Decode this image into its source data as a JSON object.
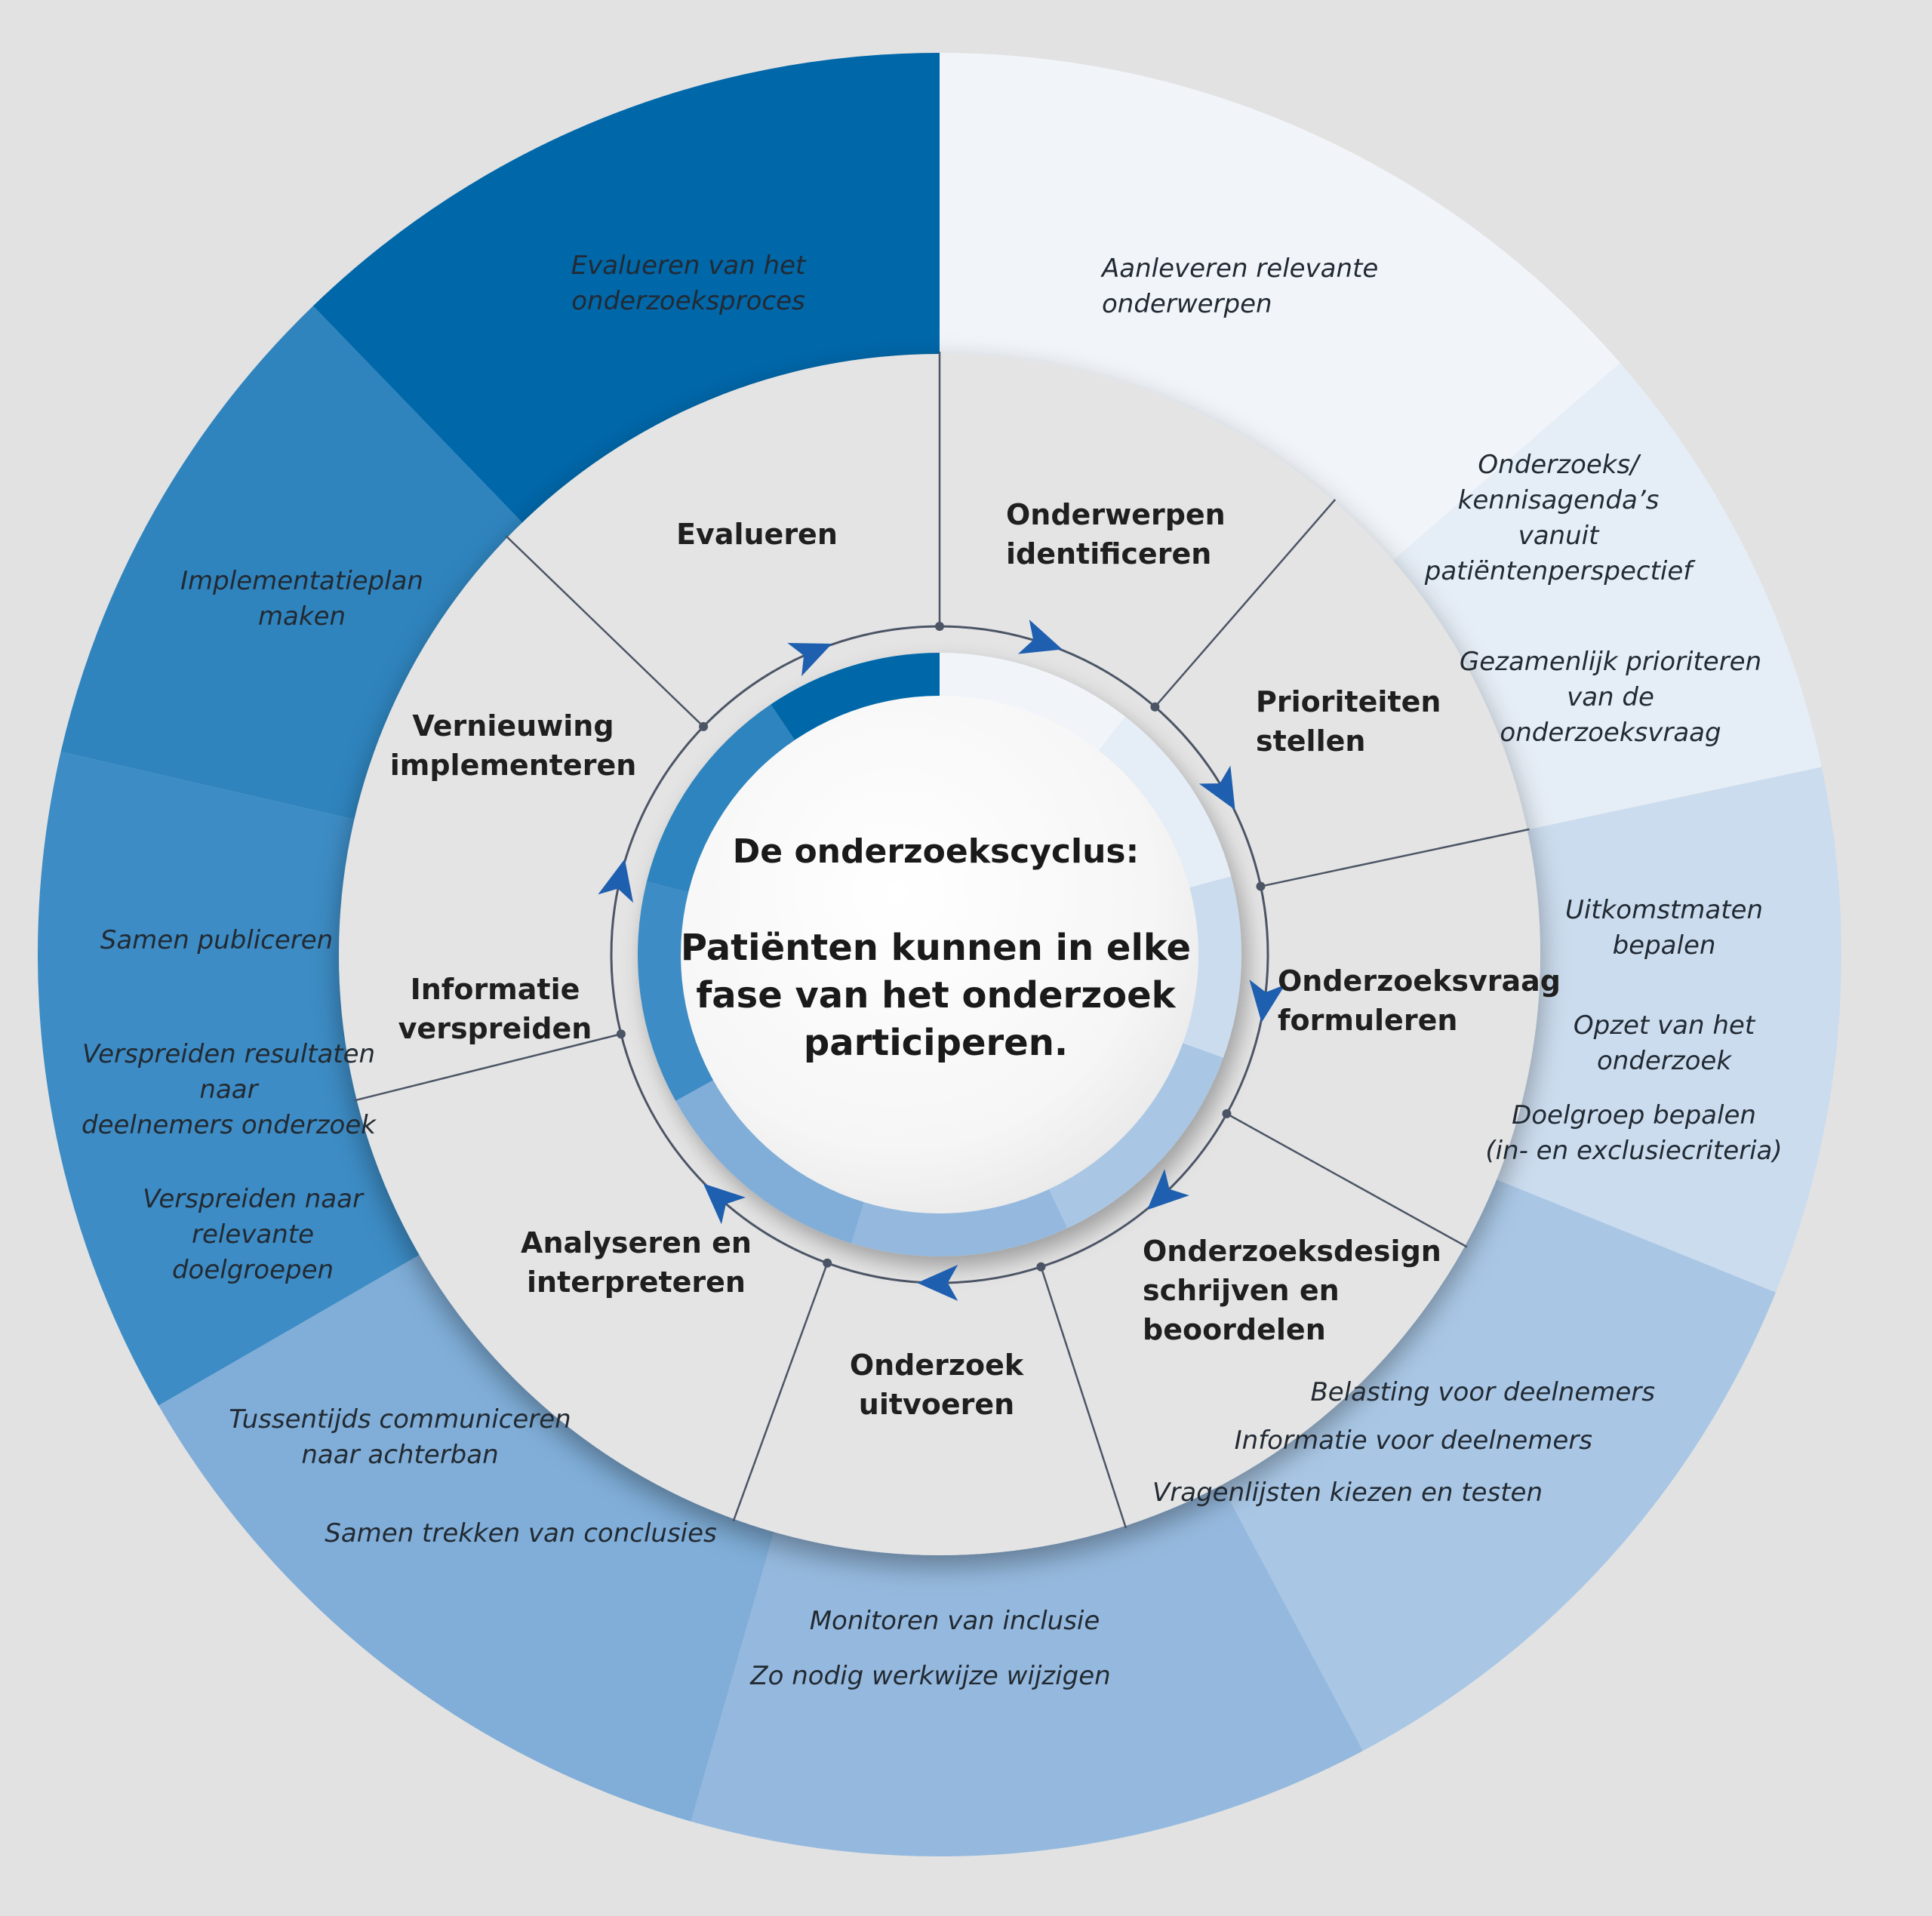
{
  "center": {
    "title": "De onderzoekscyclus:",
    "lines": [
      "Patiënten kunnen in elke",
      "fase van het onderzoek",
      "participeren."
    ]
  },
  "segments": [
    {
      "key": "onderwerpen-identificeren",
      "stage": [
        "Onderwerpen",
        "identificeren"
      ],
      "color": "#f1f5fa",
      "activities": [
        [
          "Aanleveren relevante",
          "onderwerpen"
        ]
      ]
    },
    {
      "key": "prioriteiten-stellen",
      "stage": [
        "Prioriteiten",
        "stellen"
      ],
      "color": "#e5edf6",
      "activities": [
        [
          "Onderzoeks/",
          "kennisagenda’s",
          "vanuit",
          "patiëntenperspectief"
        ],
        [
          "Gezamenlijk prioriteren",
          "van de",
          "onderzoeksvraag"
        ]
      ]
    },
    {
      "key": "onderzoeksvraag-formuleren",
      "stage": [
        "Onderzoeksvraag",
        "formuleren"
      ],
      "color": "#cbdcee",
      "activities": [
        [
          "Uitkomstmaten",
          "bepalen"
        ],
        [
          "Opzet van het",
          "onderzoek"
        ],
        [
          "Doelgroep bepalen",
          "(in- en exclusiecriteria)"
        ]
      ]
    },
    {
      "key": "onderzoeksdesign",
      "stage": [
        "Onderzoeksdesign",
        "schrijven en",
        "beoordelen"
      ],
      "color": "#a9c7e5",
      "activities": [
        [
          "Belasting voor deelnemers"
        ],
        [
          "Informatie voor deelnemers"
        ],
        [
          "Vragenlijsten kiezen en testen"
        ]
      ]
    },
    {
      "key": "onderzoek-uitvoeren",
      "stage": [
        "Onderzoek",
        "uitvoeren"
      ],
      "color": "#95b9de",
      "activities": [
        [
          "Monitoren van inclusie"
        ],
        [
          "Zo nodig werkwijze wijzigen"
        ]
      ]
    },
    {
      "key": "analyseren",
      "stage": [
        "Analyseren en",
        "interpreteren"
      ],
      "color": "#80aed8",
      "activities": [
        [
          "Tussentijds communiceren",
          "naar achterban"
        ],
        [
          "Samen trekken van conclusies"
        ]
      ]
    },
    {
      "key": "informatie-verspreiden",
      "stage": [
        "Informatie",
        "verspreiden"
      ],
      "color": "#3d8cc5",
      "activities": [
        [
          "Samen publiceren"
        ],
        [
          "Verspreiden resultaten",
          "naar",
          "deelnemers onderzoek"
        ],
        [
          "Verspreiden naar",
          "relevante",
          "doelgroepen"
        ]
      ]
    },
    {
      "key": "vernieuwing-implementeren",
      "stage": [
        "Vernieuwing",
        "implementeren"
      ],
      "color": "#2f84be",
      "activities": [
        [
          "Implementatieplan",
          "maken"
        ]
      ]
    },
    {
      "key": "evalueren",
      "stage": [
        "Evalueren"
      ],
      "color": "#0067a9",
      "activities": [
        [
          "Evalueren van het",
          "onderzoeksproces"
        ]
      ]
    }
  ],
  "colors": {
    "background": "#e2e2e2",
    "ring_mid": "#e4e4e4",
    "divider": "#4c5566",
    "arrow": "#1f5fb0",
    "center_fill": "#ffffff"
  }
}
